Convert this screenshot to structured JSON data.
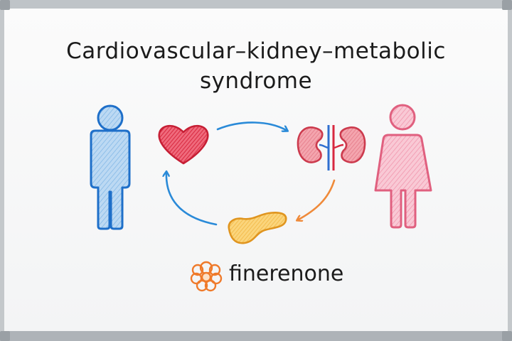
{
  "title": {
    "line1": "Cardiovascular–kidney–metabolic",
    "line2": "syndrome"
  },
  "drug": {
    "label": "finerenone"
  },
  "icons": {
    "male": "male-figure-icon",
    "female": "female-figure-icon",
    "heart": "heart-icon",
    "kidneys": "kidneys-icon",
    "pancreas": "pancreas-icon",
    "drug": "flower-ring-icon"
  },
  "colors": {
    "male": "#1e6fc9",
    "male_fill": "#a9cdef",
    "female": "#e0607f",
    "female_fill": "#f5b6c6",
    "heart": "#d8283f",
    "kidney": "#cc3a4d",
    "pancreas": "#e89a2a",
    "arrow_blue": "#2a8ad8",
    "arrow_orange": "#ef8a3a",
    "drug_icon": "#ef7a2a"
  }
}
